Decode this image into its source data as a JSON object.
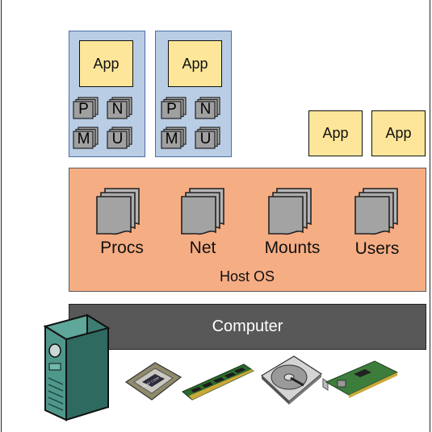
{
  "containers": [
    {
      "app_label": "App",
      "namespaces": [
        "P",
        "N",
        "M",
        "U"
      ]
    },
    {
      "app_label": "App",
      "namespaces": [
        "P",
        "N",
        "M",
        "U"
      ]
    }
  ],
  "host_apps": [
    "App",
    "App"
  ],
  "host_os": {
    "title": "Host OS",
    "namespaces": [
      "Procs",
      "Net",
      "Mounts",
      "Users"
    ]
  },
  "computer": {
    "label": "Computer"
  },
  "hardware_icons": [
    "server-tower-icon",
    "cpu-chip-icon",
    "ram-stick-icon",
    "hard-drive-icon",
    "network-card-icon"
  ],
  "colors": {
    "container": "#b9cde5",
    "app": "#fde699",
    "host_os": "#f5ad84",
    "computer": "#585858",
    "namespace_stack": "#a5a5a5"
  }
}
